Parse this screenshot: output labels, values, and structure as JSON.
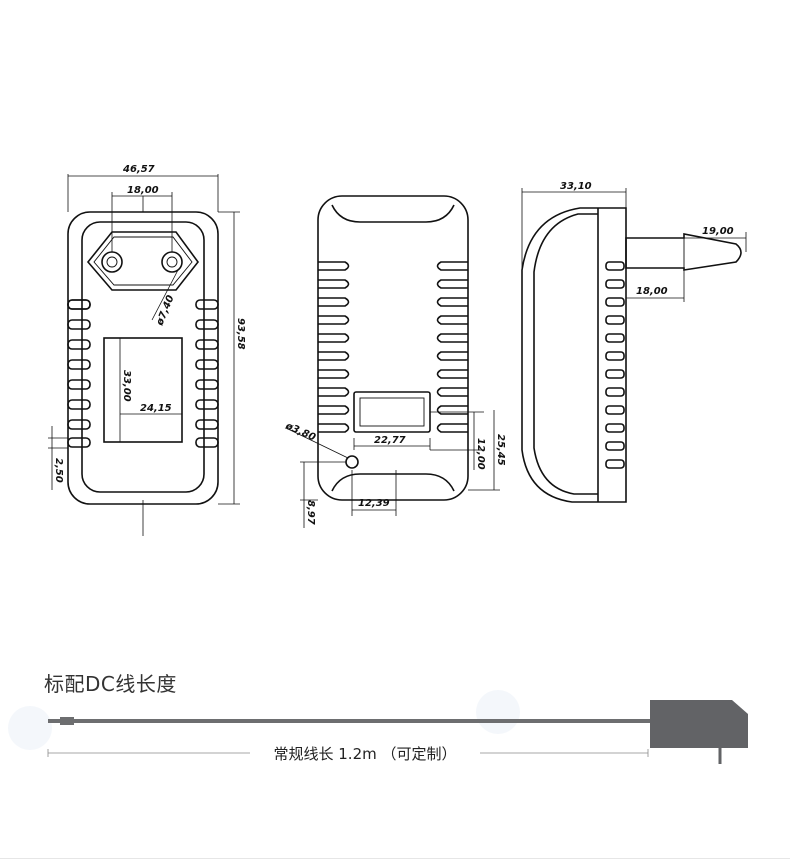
{
  "dimensions": {
    "front_width": "46,57",
    "pin_spacing": "18,00",
    "pin_diameter": "ø7,40",
    "front_height": "93,58",
    "label_height": "33,00",
    "label_width": "24,15",
    "bottom_offset": "2,50",
    "led_diameter": "ø3,80",
    "back_label_width": "22,77",
    "back_label_height": "12,00",
    "back_label_offset": "25,45",
    "led_offset_x": "12,39",
    "led_offset_y": "8,97",
    "side_depth": "33,10",
    "pin_length": "19,00",
    "pin_offset": "18,00"
  },
  "cable": {
    "title": "标配DC线长度",
    "caption": "常规线长 1.2m （可定制）"
  },
  "colors": {
    "line": "#111111",
    "cable": "#6d6e70",
    "plug": "#626366"
  }
}
